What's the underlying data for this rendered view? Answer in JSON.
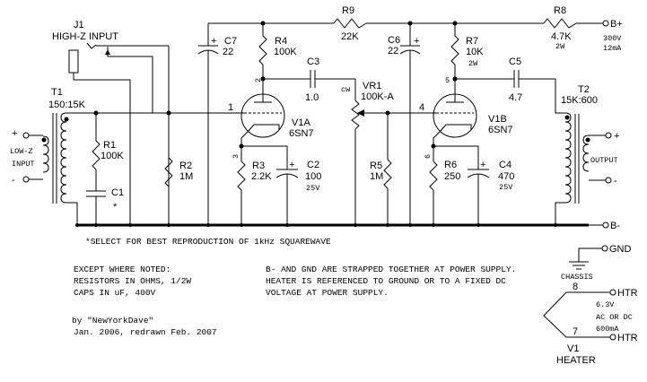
{
  "components": {
    "J1": {
      "ref": "J1",
      "desc": "HIGH-Z INPUT"
    },
    "T1": {
      "ref": "T1",
      "value": "150:15K"
    },
    "T2": {
      "ref": "T2",
      "value": "15K:600"
    },
    "R1": {
      "ref": "R1",
      "value": "100K"
    },
    "R2": {
      "ref": "R2",
      "value": "1M"
    },
    "R3": {
      "ref": "R3",
      "value": "2.2K"
    },
    "R4": {
      "ref": "R4",
      "value": "100K"
    },
    "R5": {
      "ref": "R5",
      "value": "1M"
    },
    "R6": {
      "ref": "R6",
      "value": "250"
    },
    "R7": {
      "ref": "R7",
      "value": "10K",
      "rating": "2W"
    },
    "R8": {
      "ref": "R8",
      "value": "4.7K",
      "rating": "2W"
    },
    "R9": {
      "ref": "R9",
      "value": "22K"
    },
    "C1": {
      "ref": "C1",
      "value": "*"
    },
    "C2": {
      "ref": "C2",
      "value": "100",
      "rating": "25V"
    },
    "C3": {
      "ref": "C3",
      "value": "1.0"
    },
    "C4": {
      "ref": "C4",
      "value": "470",
      "rating": "25V"
    },
    "C5": {
      "ref": "C5",
      "value": "4.7"
    },
    "C6": {
      "ref": "C6",
      "value": "22"
    },
    "C7": {
      "ref": "C7",
      "value": "22"
    },
    "VR1": {
      "ref": "VR1",
      "value": "100K-A",
      "cw": "cw"
    },
    "V1A": {
      "ref": "V1A",
      "value": "6SN7"
    },
    "V1B": {
      "ref": "V1B",
      "value": "6SN7"
    }
  },
  "pins": {
    "p1": "1",
    "p2": "2",
    "p3": "3",
    "p4": "4",
    "p5": "5",
    "p6": "6",
    "p7": "7",
    "p8": "8"
  },
  "terminals": {
    "bplus": "B+",
    "bplus_v": "300V",
    "bplus_i": "12mA",
    "bminus": "B-",
    "gnd": "GND",
    "chassis": "CHASSIS",
    "htr1": "HTR",
    "htr2": "HTR",
    "htr_v": "6.3V",
    "htr_type": "AC OR DC",
    "htr_i": "600mA",
    "heater_ref": "V1",
    "heater_label": "HEATER",
    "in_plus": "+",
    "in_minus": "-",
    "low_z_1": "LOW-Z",
    "low_z_2": "INPUT",
    "out_plus": "+",
    "out_minus": "-",
    "output": "OUTPUT"
  },
  "notes": {
    "footnote": "*SELECT FOR BEST REPRODUCTION OF 1kHz SQUAREWAVE",
    "general": [
      "EXCEPT WHERE NOTED:",
      "RESISTORS IN OHMS, 1/2W",
      "CAPS IN uF, 400V"
    ],
    "supply": [
      "B- AND GND ARE STRAPPED TOGETHER AT POWER SUPPLY.",
      "HEATER IS REFERENCED TO GROUND OR TO A FIXED DC",
      "VOLTAGE AT POWER SUPPLY."
    ],
    "author": "by \"NewYorkDave\"",
    "date": "Jan. 2006, redrawn Feb. 2007"
  }
}
